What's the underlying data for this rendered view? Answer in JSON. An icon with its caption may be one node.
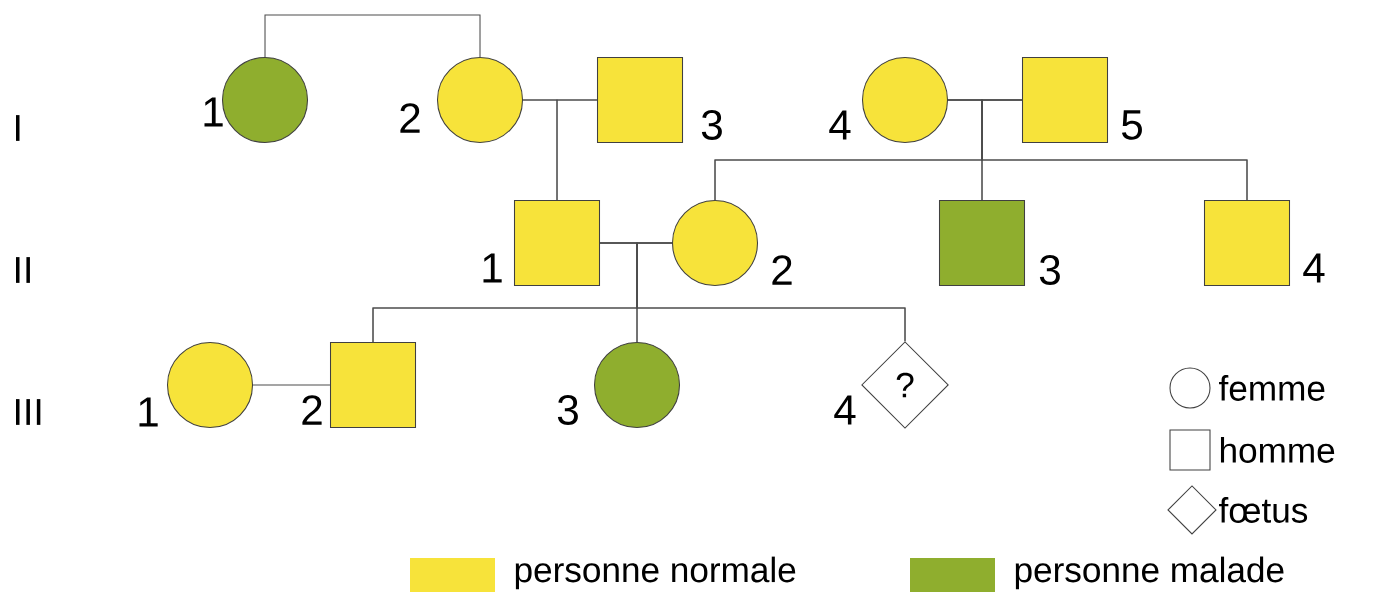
{
  "diagram": {
    "nodes": [
      {
        "text": [],
        "shape": "circle",
        "beside": [
          "1"
        ]
      },
      {
        "text": [],
        "shape": "circle",
        "beside": [
          "2"
        ]
      },
      {
        "text": [],
        "shape": "box",
        "beside": [
          "3"
        ]
      },
      {
        "text": [],
        "shape": "circle",
        "beside": [
          "4"
        ]
      },
      {
        "text": [],
        "shape": "box",
        "beside": [
          "5"
        ]
      },
      {
        "text": [],
        "shape": "box",
        "beside": [
          "1"
        ]
      },
      {
        "text": [],
        "shape": "circle",
        "beside": [
          "2"
        ]
      },
      {
        "text": [],
        "shape": "box",
        "beside": [
          "3"
        ]
      },
      {
        "text": [],
        "shape": "box",
        "beside": [
          "4"
        ]
      },
      {
        "text": [],
        "shape": "circle",
        "beside": [
          "1"
        ]
      },
      {
        "text": [],
        "shape": "box",
        "beside": [
          "2"
        ]
      },
      {
        "text": [],
        "shape": "circle",
        "beside": [
          "3"
        ]
      },
      {
        "text": [
          "?"
        ],
        "beside": [
          "4"
        ]
      }
    ],
    "edges": [
      {
        "from": 0,
        "to": 1,
        "arrow": "none"
      },
      {
        "from": 1,
        "to": 2,
        "arrow": "none"
      },
      {
        "from": 1,
        "to": 5,
        "arrow": "none"
      },
      {
        "from": 2,
        "to": 5,
        "arrow": "none"
      },
      {
        "from": 3,
        "to": 4,
        "arrow": "none"
      },
      {
        "from": 3,
        "to": 6,
        "arrow": "none"
      },
      {
        "from": 3,
        "to": 7,
        "arrow": "none"
      },
      {
        "from": 3,
        "to": 8,
        "arrow": "none"
      },
      {
        "from": 4,
        "to": 6,
        "arrow": "none"
      },
      {
        "from": 4,
        "to": 7,
        "arrow": "none"
      },
      {
        "from": 4,
        "to": 8,
        "arrow": "none"
      },
      {
        "from": 5,
        "to": 6,
        "arrow": "none"
      },
      {
        "from": 5,
        "to": 10,
        "arrow": "none"
      },
      {
        "from": 5,
        "to": 11,
        "arrow": "none"
      },
      {
        "from": 5,
        "to": 12,
        "arrow": "none"
      },
      {
        "from": 6,
        "to": 10,
        "arrow": "none"
      },
      {
        "from": 6,
        "to": 11,
        "arrow": "none"
      },
      {
        "from": 6,
        "to": 12,
        "arrow": "none"
      },
      {
        "from": 9,
        "to": 10,
        "arrow": "none"
      }
    ],
    "labels": [
      "I",
      "II",
      "III"
    ],
    "legend": [
      {
        "text": "femme"
      },
      {
        "text": "homme"
      },
      {
        "text": "fœtus"
      },
      {
        "text": "personne normale",
        "color": "#f7e33a"
      },
      {
        "text": "personne malade",
        "color": "#8fae2e"
      }
    ]
  }
}
